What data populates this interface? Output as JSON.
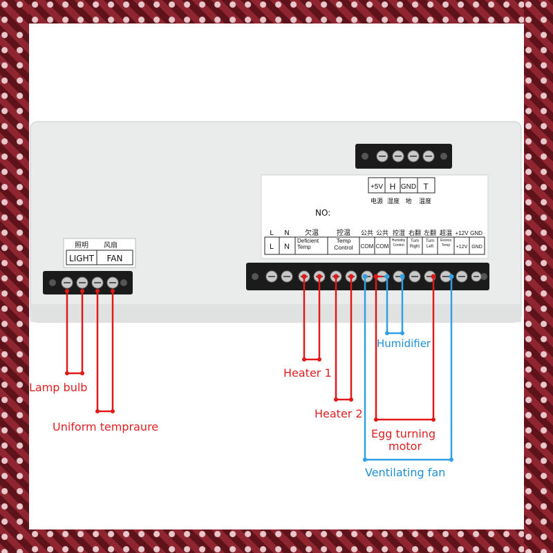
{
  "colors": {
    "frame": "#8e2530",
    "frame_dark": "#5e121a",
    "frame_light": "#e9c8cc",
    "panel": "#eaeceb",
    "red_wire": "#e01818",
    "blue_wire": "#2f9fe6",
    "red_text": "#e02020",
    "blue_text": "#1d8fd6"
  },
  "left_block": {
    "label_cn": [
      "照明",
      "风扇"
    ],
    "label_en": [
      "LIGHT",
      "FAN"
    ]
  },
  "top_sensor": {
    "labels": [
      "+5V",
      "H",
      "GND",
      "T"
    ],
    "labels_cn": [
      "电源",
      "湿度",
      "地",
      "温度"
    ]
  },
  "main_label": {
    "no_text": "NO:",
    "top_row": [
      "L",
      "N",
      "欠温",
      "控温",
      "公共",
      "公共",
      "控湿",
      "右翻",
      "左翻",
      "超温",
      "+12V",
      "GND"
    ],
    "bottom_row": [
      {
        "text": "L"
      },
      {
        "text": "N"
      },
      {
        "text": "Deficient Temp"
      },
      {
        "text": "Temp Control"
      },
      {
        "text": "COM"
      },
      {
        "text": "COM"
      },
      {
        "text": "Humidity Control"
      },
      {
        "text": "Turn Right"
      },
      {
        "text": "Turn Left"
      },
      {
        "text": "Excess Temp"
      },
      {
        "text": "+12V"
      },
      {
        "text": "GND"
      }
    ]
  },
  "annotations": {
    "lamp_bulb": "Lamp bulb",
    "uniform_temperature": "Uniform tempraure",
    "heater_1": "Heater 1",
    "heater_2": "Heater 2",
    "humidifier": "Humidifier",
    "egg_turning_motor_line1": "Egg turning",
    "egg_turning_motor_line2": "motor",
    "ventilating_fan": "Ventilating fan"
  }
}
